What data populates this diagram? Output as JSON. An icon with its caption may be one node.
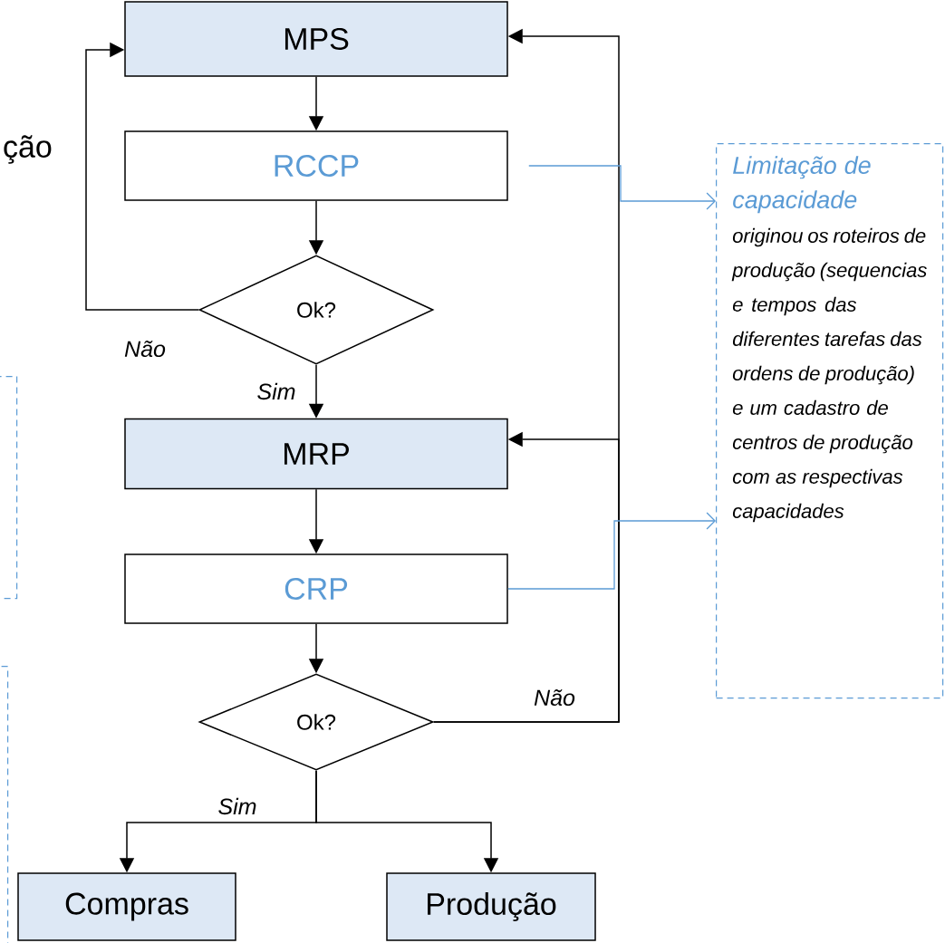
{
  "diagram": {
    "nodes": [
      {
        "text": [
          "MPS"
        ]
      },
      {
        "text": [
          "RCCP"
        ]
      },
      {
        "text": [
          "Ok?"
        ]
      },
      {
        "text": [
          "MRP"
        ]
      },
      {
        "text": [
          "CRP"
        ]
      },
      {
        "text": [
          "Ok?"
        ]
      },
      {
        "text": [
          "Compras"
        ]
      },
      {
        "text": [
          "Produção"
        ]
      },
      {
        "text": [
          "Limitação de capacidade",
          "originou os roteiros de produção (sequencias e tempos das diferentes tarefas das ordens de produção) e um cadastro de centros de produção com as respectivas capacidades"
        ]
      },
      {
        "text": [],
        "shape": "box"
      },
      {
        "text": [],
        "shape": "box"
      }
    ],
    "edges": [
      {
        "from": 0,
        "to": 1,
        "arrow": "to"
      },
      {
        "from": 1,
        "to": 2,
        "arrow": "to"
      },
      {
        "from": 2,
        "to": 0,
        "arrow": "to",
        "label": "Não"
      },
      {
        "from": 2,
        "to": 3,
        "arrow": "to",
        "label": "Sim"
      },
      {
        "from": 3,
        "to": 4,
        "arrow": "to"
      },
      {
        "from": 4,
        "to": 5,
        "arrow": "to"
      },
      {
        "from": 5,
        "to": 0,
        "arrow": "to",
        "label": "Não"
      },
      {
        "from": 5,
        "to": 3,
        "arrow": "to"
      },
      {
        "from": 5,
        "to": 6,
        "arrow": "to",
        "label": "Sim"
      },
      {
        "from": 5,
        "to": 7,
        "arrow": "to"
      },
      {
        "from": 1,
        "to": 8,
        "arrow": "to",
        "color": "#5b9bd5"
      },
      {
        "from": 4,
        "to": 8,
        "arrow": "to",
        "color": "#5b9bd5"
      }
    ],
    "labels": [
      "ção"
    ]
  }
}
